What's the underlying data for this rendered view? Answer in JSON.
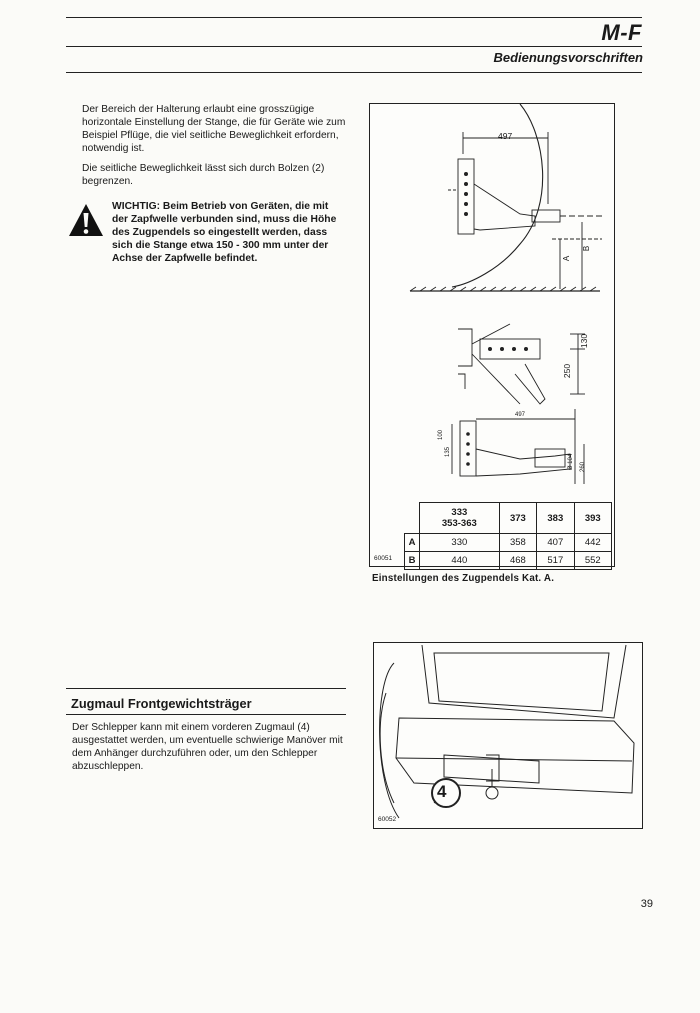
{
  "header": {
    "brand": "M-F",
    "section": "Bedienungsvorschriften"
  },
  "body": {
    "p1": "Der Bereich der Halterung erlaubt eine grosszügige horizontale Einstellung der Stange, die für Geräte wie zum Beispiel Pflüge, die viel seitliche Beweglichkeit erfordern, notwendig ist.",
    "p2": "Die seitliche Beweglichkeit lässt sich durch Bolzen (2) begrenzen.",
    "warning": "WICHTIG: Beim Betrieb von Geräten, die mit der Zapfwelle verbunden sind, muss die Höhe des Zugpendels so eingestellt werden, dass sich die Stange etwa 150 - 300 mm unter der Achse der Zapfwelle befindet."
  },
  "figure1": {
    "number": "60051",
    "caption": "Einstellungen des Zugpendels Kat. A.",
    "dims": {
      "d497": "497",
      "a": "A",
      "b": "B",
      "d250": "250",
      "d130": "130",
      "s497": "497",
      "s100": "100",
      "s135": "135",
      "s260": "260",
      "s104": "Ø 104"
    },
    "table": {
      "columns": [
        "333\n353-363",
        "373",
        "383",
        "393"
      ],
      "rows": [
        {
          "label": "A",
          "values": [
            "330",
            "358",
            "407",
            "442"
          ]
        },
        {
          "label": "B",
          "values": [
            "440",
            "468",
            "517",
            "552"
          ]
        }
      ]
    }
  },
  "section2": {
    "title": "Zugmaul Frontgewichtsträger",
    "text": "Der Schlepper kann mit einem vorderen Zugmaul (4) ausgestattet werden, um eventuelle schwierige Manöver mit dem Anhänger durchzuführen oder, um den Schlepper abzuschleppen."
  },
  "figure2": {
    "number": "60052",
    "callout": "4"
  },
  "page_number": "39"
}
